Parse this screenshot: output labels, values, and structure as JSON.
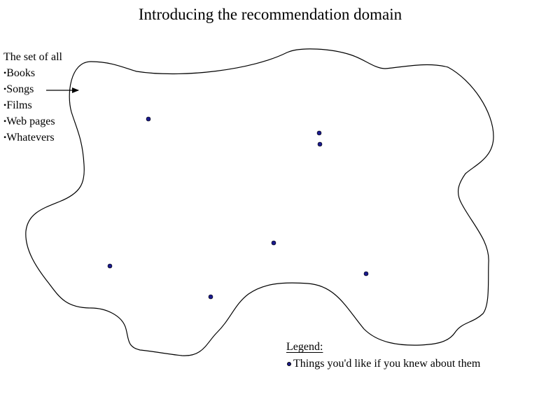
{
  "title": "Introducing the recommendation domain",
  "set_label": {
    "heading": "The set of all",
    "bullet_glyph": "•",
    "items": [
      "Books",
      "Songs",
      "Films",
      "Web pages",
      "Whatevers"
    ]
  },
  "legend": {
    "title": "Legend:",
    "entry_label": "Things you'd like if you knew about them",
    "dot_color": "#1a1a8c"
  },
  "colors": {
    "outline": "#000000",
    "dot": "#1a1a8c",
    "background": "#ffffff"
  }
}
